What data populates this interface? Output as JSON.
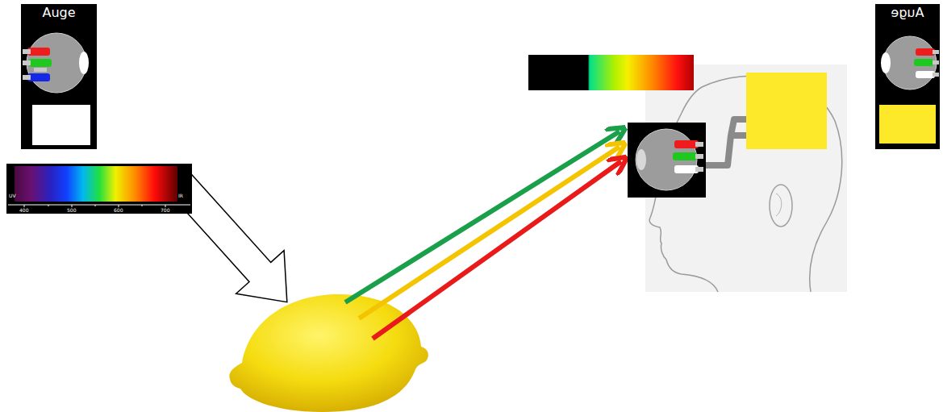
{
  "diagram": {
    "nodes": [
      {
        "text": [
          "Auge"
        ]
      },
      {
        "text": [
          "UV",
          "IR",
          "400",
          "500",
          "600",
          "700"
        ]
      },
      {
        "text": [
          "Auge"
        ]
      }
    ]
  }
}
